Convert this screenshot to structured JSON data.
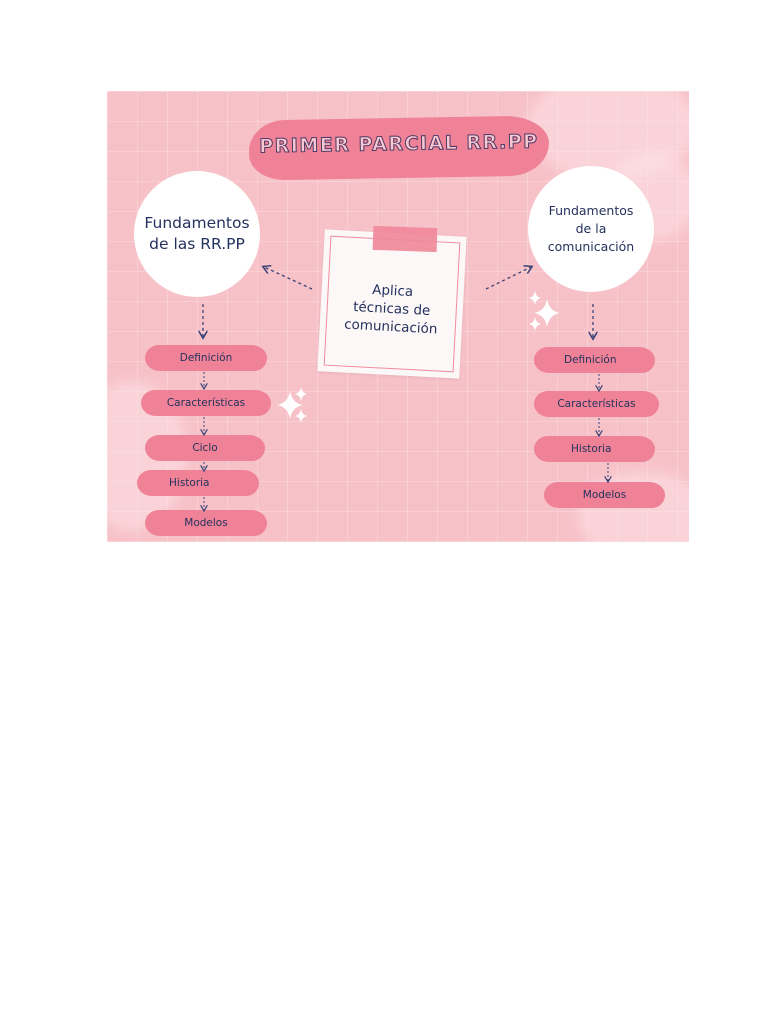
{
  "title": "PRIMER PARCIAL RR.PP",
  "center_note": {
    "line1": "Aplica",
    "line2": "técnicas de",
    "line3": "comunicación"
  },
  "left_branch": {
    "heading_line1": "Fundamentos",
    "heading_line2": "de las RR.PP",
    "items": [
      "Definición",
      "Características",
      "Ciclo",
      "Historia",
      "Modelos"
    ]
  },
  "right_branch": {
    "heading_line1": "Fundamentos",
    "heading_line2": "de la",
    "heading_line3": "comunicación",
    "items": [
      "Definición",
      "Características",
      "Historia",
      "Modelos"
    ]
  },
  "colors": {
    "background": "#f7c1c8",
    "pill": "#ef8296",
    "text": "#25325e",
    "circle": "#ffffff"
  }
}
